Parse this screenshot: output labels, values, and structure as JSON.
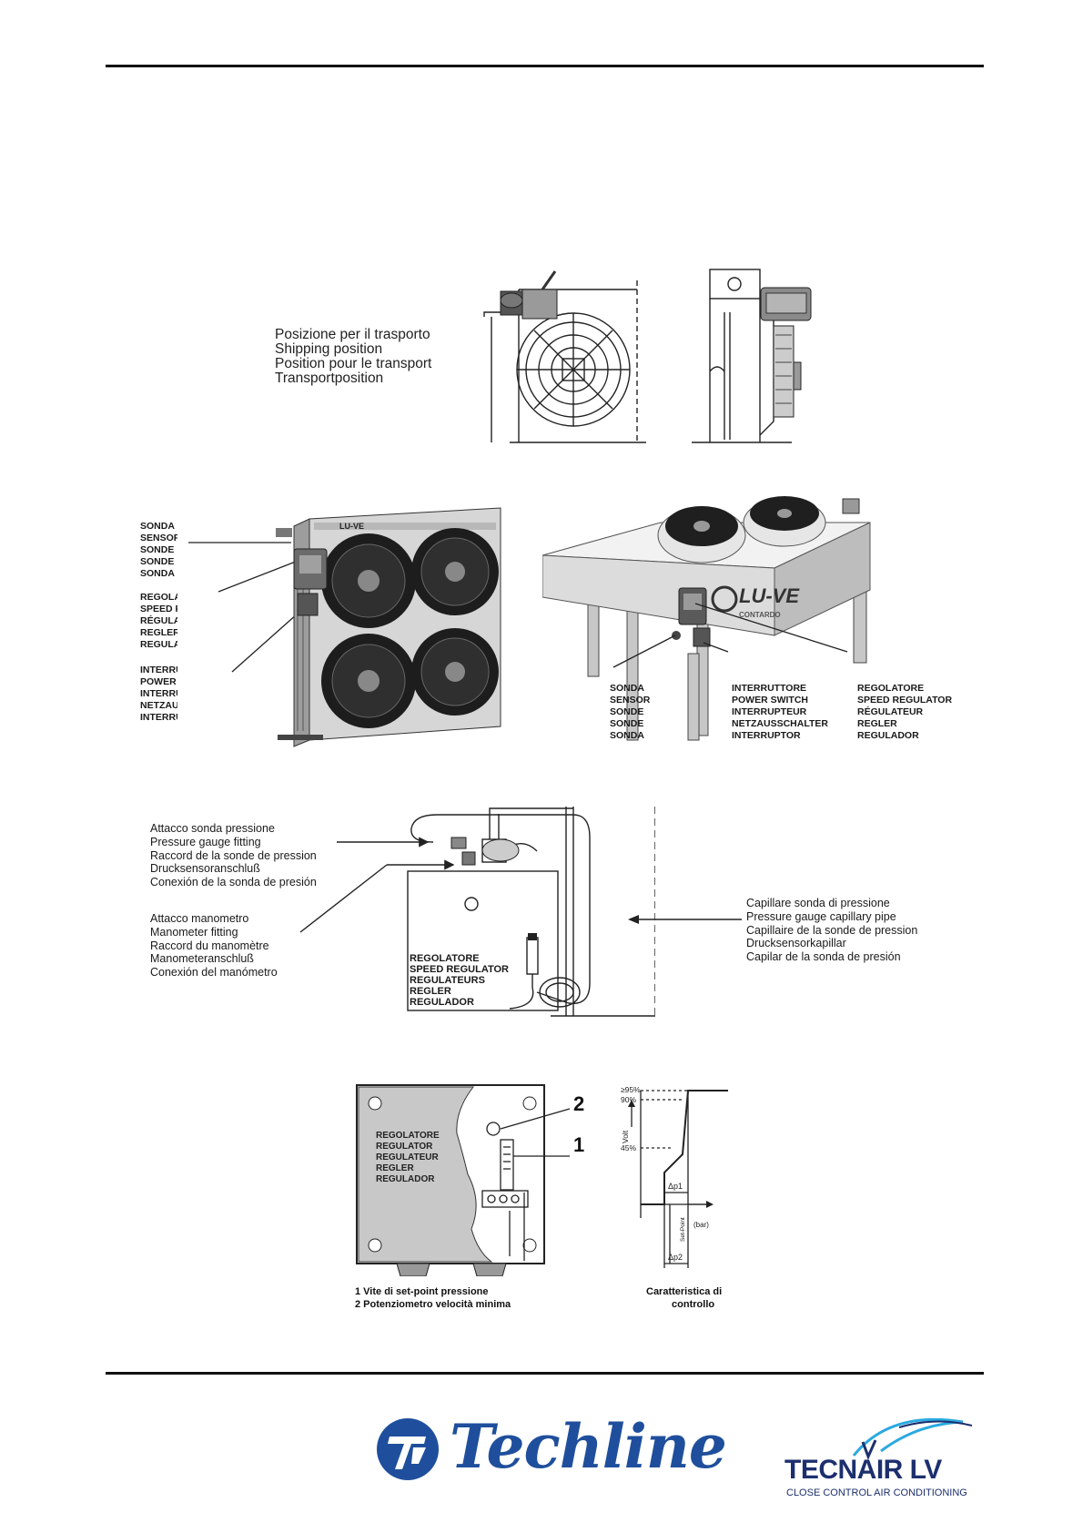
{
  "shipping": {
    "lines": [
      "Posizione per il trasporto",
      "Shipping position",
      "Position pour le transport",
      "Transportposition"
    ]
  },
  "photo_left": {
    "brand": "LU-VE",
    "sensor": [
      "SONDA",
      "SENSOR",
      "SONDE",
      "SONDE",
      "SONDA"
    ],
    "regulator": [
      "REGOLATORE",
      "SPEED REGULATOR",
      "RÉGULATEUR",
      "REGLER",
      "REGULADOR"
    ],
    "switch": [
      "INTERRUTTORE",
      "POWER SWITCH",
      "INTERRUPTEUR",
      "NETZAUSSCHALTER",
      "INTERRUPTOR"
    ]
  },
  "photo_right": {
    "brand": "LU-VE",
    "brand_sub": "CONTARDO",
    "sensor": [
      "SONDA",
      "SENSOR",
      "SONDE",
      "SONDE",
      "SONDA"
    ],
    "switch": [
      "INTERRUTTORE",
      "POWER SWITCH",
      "INTERRUPTEUR",
      "NETZAUSSCHALTER",
      "INTERRUPTOR"
    ],
    "regulator": [
      "REGOLATORE",
      "SPEED REGULATOR",
      "RÉGULATEUR",
      "REGLER",
      "REGULADOR"
    ]
  },
  "pressure": {
    "fitting": [
      "Attacco sonda pressione",
      "Pressure gauge fitting",
      "Raccord de la sonde de pression",
      "Drucksensoranschluß",
      "Conexión de la sonda de presión"
    ],
    "manometer": [
      "Attacco manometro",
      "Manometer fitting",
      "Raccord du manomètre",
      "Manometeranschluß",
      "Conexión del manómetro"
    ],
    "box": [
      "REGOLATORE",
      "SPEED REGULATOR",
      "REGULATEURS",
      "REGLER",
      "REGULADOR"
    ],
    "capillary": [
      "Capillare sonda di pressione",
      "Pressure gauge capillary pipe",
      "Capillaire de la sonde de pression",
      "Drucksensorkapillar",
      "Capilar de la sonda de presión"
    ]
  },
  "controller": {
    "box": [
      "REGOLATORE",
      "REGULATOR",
      "REGULATEUR",
      "REGLER",
      "REGULADOR"
    ],
    "num1": "1",
    "num2": "2",
    "legend": [
      "1 Vite di set-point pressione",
      "2 Potenziometro velocità minima"
    ]
  },
  "curve": {
    "y95": "≥95%",
    "y90": "90%",
    "y45": "45%",
    "ylabel": "Volt",
    "dp1": "Δp1",
    "dp2": "Δp2",
    "bar": "(bar)",
    "setpoint": "Set-Point",
    "caption": [
      "Caratteristica di",
      "controllo"
    ]
  },
  "footer": {
    "techline": "Techline",
    "tecnair": "TECNAIR LV",
    "tecnair_sub": "CLOSE CONTROL AIR CONDITIONING"
  },
  "colors": {
    "techline_blue": "#1f4f9c",
    "tecnair_navy": "#1c2f6e",
    "tecnair_cyan": "#2aa9e0"
  }
}
